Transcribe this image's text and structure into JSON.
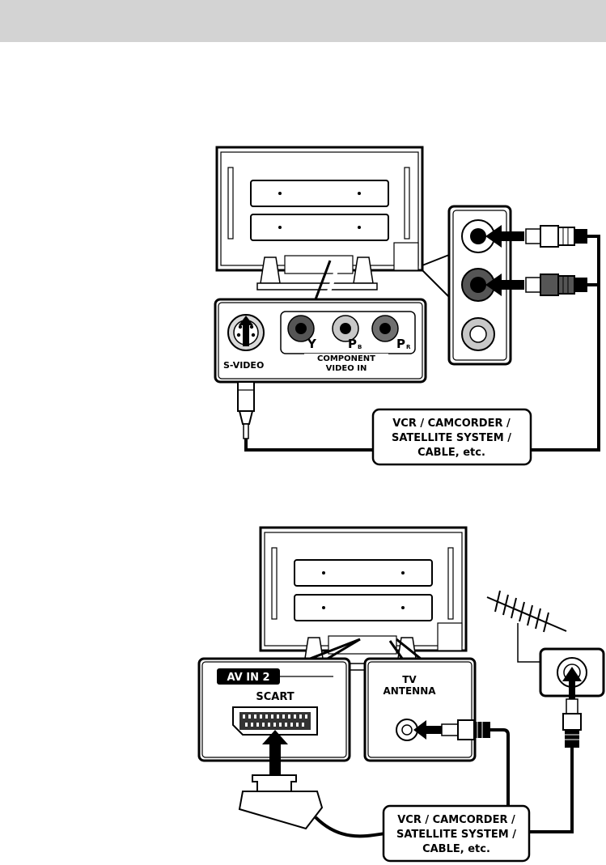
{
  "diagram_1": {
    "ports": {
      "s_video": "S-VIDEO",
      "y": "Y",
      "pb_main": "P",
      "pb_sub": "B",
      "pr_main": "P",
      "pr_sub": "R",
      "component_line1": "COMPONENT",
      "component_line2": "VIDEO IN"
    },
    "source_box": {
      "line1": "VCR / CAMCORDER /",
      "line2": "SATELLITE SYSTEM /",
      "line3": "CABLE, etc."
    }
  },
  "diagram_2": {
    "av_badge": "AV IN 2",
    "scart": "SCART",
    "antenna_line1": "TV",
    "antenna_line2": "ANTENNA",
    "source_box": {
      "line1": "VCR / CAMCORDER /",
      "line2": "SATELLITE SYSTEM /",
      "line3": "CABLE, etc."
    }
  },
  "colors": {
    "header_bg": "#d3d3d3",
    "jack_dark": "#555555",
    "jack_light": "#c8c8c8"
  }
}
